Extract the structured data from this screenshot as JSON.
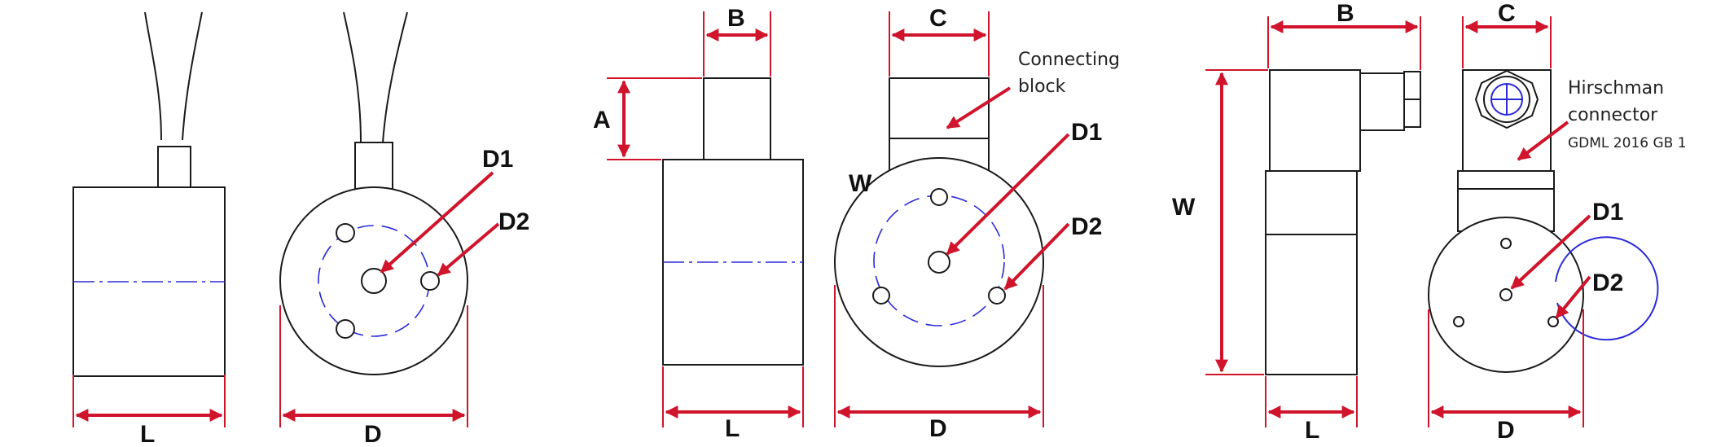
{
  "labels": {
    "L": "L",
    "D": "D",
    "D1": "D1",
    "D2": "D2",
    "A": "A",
    "B": "B",
    "C": "C",
    "W": "W"
  },
  "notes": {
    "connecting_block_line1": "Connecting",
    "connecting_block_line2": "block",
    "hirschman_line1": "Hirschman",
    "hirschman_line2": "connector",
    "hirschman_line3": "GDML 2016 GB 1"
  },
  "colors": {
    "dimension": "#d0142c",
    "centerline": "#2a2ad8",
    "outline": "#1a1a1a"
  }
}
